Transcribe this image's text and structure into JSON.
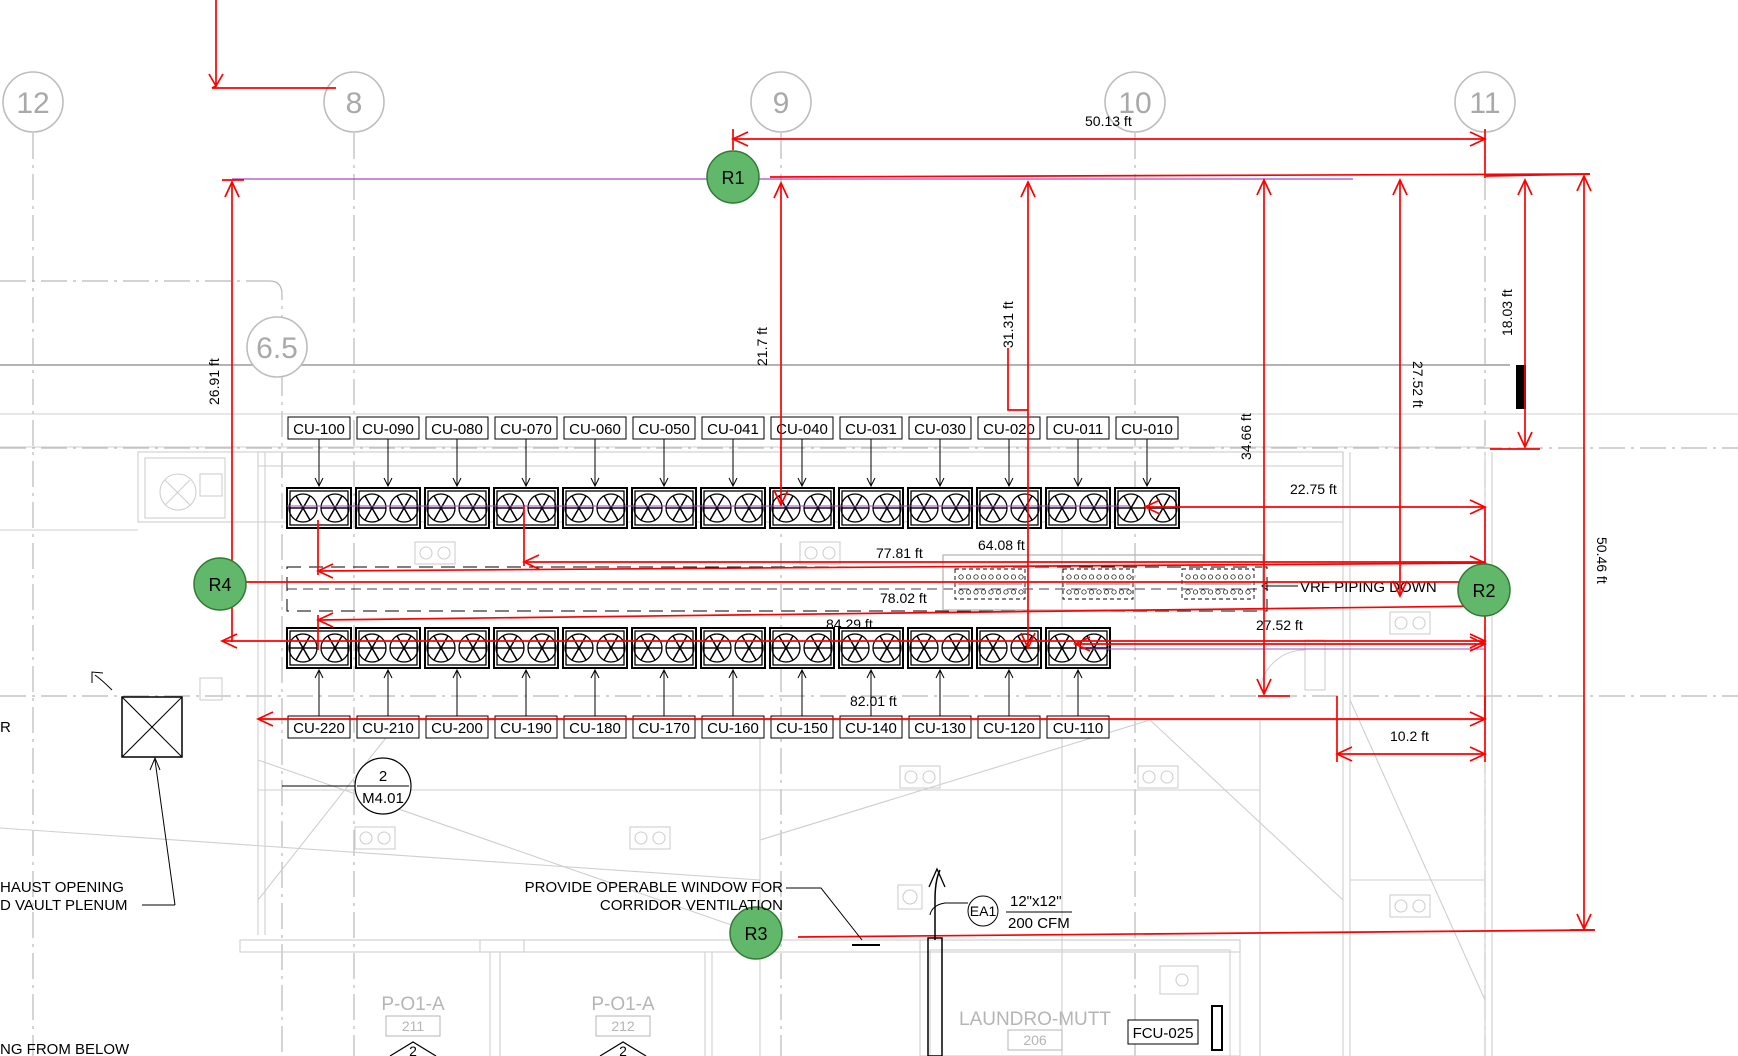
{
  "grid_bubbles": [
    {
      "label": "12"
    },
    {
      "label": "8"
    },
    {
      "label": "9"
    },
    {
      "label": "10"
    },
    {
      "label": "11"
    },
    {
      "label": "6.5"
    }
  ],
  "markers": [
    {
      "label": "R1"
    },
    {
      "label": "R2"
    },
    {
      "label": "R3"
    },
    {
      "label": "R4"
    }
  ],
  "condensing_units_top_row": [
    "CU-100",
    "CU-090",
    "CU-080",
    "CU-070",
    "CU-060",
    "CU-050",
    "CU-041",
    "CU-040",
    "CU-031",
    "CU-030",
    "CU-020",
    "CU-011",
    "CU-010"
  ],
  "condensing_units_bottom_row": [
    "CU-220",
    "CU-210",
    "CU-200",
    "CU-190",
    "CU-180",
    "CU-170",
    "CU-160",
    "CU-150",
    "CU-140",
    "CU-130",
    "CU-120",
    "CU-110"
  ],
  "dimensions": {
    "d_50_13": "50.13 ft",
    "d_26_91": "26.91 ft",
    "d_21_7": "21.7 ft",
    "d_31_31": "31.31 ft",
    "d_34_66": "34.66 ft",
    "d_27_52_v": "27.52 ft",
    "d_18_03": "18.03 ft",
    "d_50_46": "50.46 ft",
    "d_22_75": "22.75 ft",
    "d_77_81": "77.81 ft",
    "d_64_08": "64.08 ft",
    "d_78_02": "78.02 ft",
    "d_84_29": "84.29 ft",
    "d_27_52_h": "27.52 ft",
    "d_82_01": "82.01 ft",
    "d_10_2": "10.2 ft"
  },
  "notes": {
    "vrf_piping": "VRF PIPING DOWN",
    "window_line1": "PROVIDE OPERABLE WINDOW FOR",
    "window_line2": "CORRIDOR VENTILATION",
    "exhaust_line1": "HAUST OPENING",
    "exhaust_line2": "D VAULT PLENUM",
    "left_cut": "R",
    "bottom_cut": "NG FROM BELOW",
    "ea_tag": "EA1",
    "ea_size": "12\"x12\"",
    "ea_cfm": "200 CFM",
    "fcu_tag": "FCU-025"
  },
  "section_callout": {
    "number": "2",
    "sheet": "M4.01"
  },
  "rooms": [
    {
      "name": "P-O1-A",
      "number": "211"
    },
    {
      "name": "P-O1-A",
      "number": "212"
    },
    {
      "name": "LAUNDRO-MUTT",
      "number": "206"
    }
  ],
  "room_flags": [
    {
      "label": "2"
    },
    {
      "label": "2"
    }
  ],
  "colors": {
    "dimension": "#ff0000",
    "marker_fill": "#62b86a",
    "grid": "#b9b9b9"
  }
}
